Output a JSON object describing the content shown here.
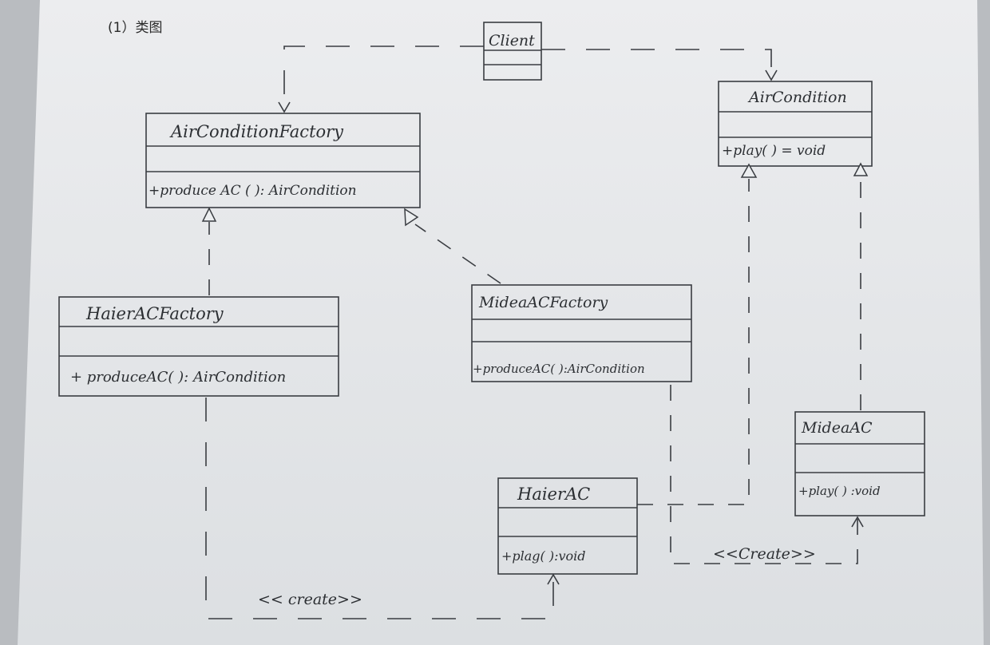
{
  "heading": "(1）类图",
  "classes": {
    "client": {
      "name": "Client"
    },
    "air_condition_factory": {
      "name": "AirConditionFactory",
      "operation": "+produce AC ( ): AirCondition"
    },
    "air_condition": {
      "name": "AirCondition",
      "operation": "+play( ) = void"
    },
    "haier_ac_factory": {
      "name": "HaierACFactory",
      "operation": "+ produceAC( ): AirCondition"
    },
    "midea_ac_factory": {
      "name": "MideaACFactory",
      "operation": "+produceAC( ):AirCondition"
    },
    "midea_ac": {
      "name": "MideaAC",
      "operation": "+play( ) :void"
    },
    "haier_ac": {
      "name": "HaierAC",
      "operation": "+plag( ):void"
    }
  },
  "stereotypes": {
    "create_right": "<<Create>>",
    "create_bottom": "<< create>>"
  },
  "colors": {
    "paper": "#e6e8ea",
    "ink": "#3a3d42",
    "background": "#b9bcc0"
  }
}
